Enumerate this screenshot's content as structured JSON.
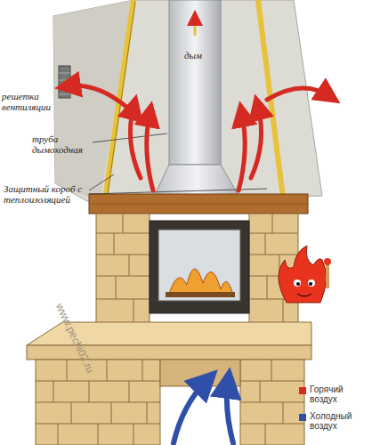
{
  "diagram": {
    "labels": [
      "дым",
      "решетка вентиляции",
      "труба дымоходная",
      "Защитный короб с теплоизоляцией",
      "www.pechi02.ru"
    ],
    "legend": [
      {
        "text": "Горячий воздух",
        "color": "#d42a22"
      },
      {
        "text": "Холодный воздух",
        "color": "#2f4fa8"
      }
    ]
  }
}
